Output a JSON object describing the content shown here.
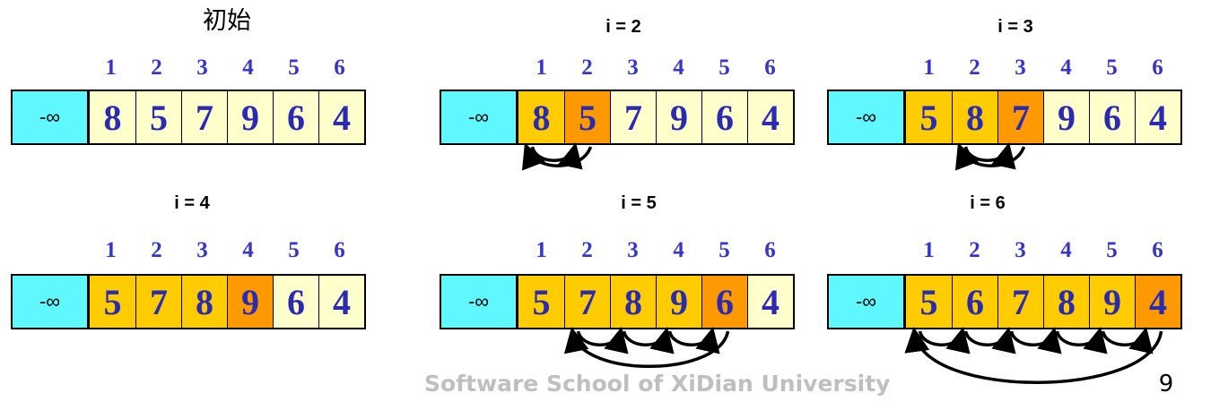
{
  "colors": {
    "sentinel": "#5ff8ff",
    "plain": "#ffffcc",
    "sorted": "#ffcc00",
    "current": "#ff9900",
    "digit": "#2b2bb0",
    "index": "#3535c8",
    "footer": "#bfbfbf"
  },
  "panels": [
    {
      "title": "初始",
      "sentinel": "-∞",
      "indices": [
        "1",
        "2",
        "3",
        "4",
        "5",
        "6"
      ],
      "values": [
        "8",
        "5",
        "7",
        "9",
        "6",
        "4"
      ],
      "states": [
        "plain",
        "plain",
        "plain",
        "plain",
        "plain",
        "plain"
      ],
      "arrow_span": 0
    },
    {
      "title": "i = 2",
      "sentinel": "-∞",
      "indices": [
        "1",
        "2",
        "3",
        "4",
        "5",
        "6"
      ],
      "values": [
        "8",
        "5",
        "7",
        "9",
        "6",
        "4"
      ],
      "states": [
        "sorted",
        "current",
        "plain",
        "plain",
        "plain",
        "plain"
      ],
      "arrow_span": 1
    },
    {
      "title": "i = 3",
      "sentinel": "-∞",
      "indices": [
        "1",
        "2",
        "3",
        "4",
        "5",
        "6"
      ],
      "values": [
        "5",
        "8",
        "7",
        "9",
        "6",
        "4"
      ],
      "states": [
        "sorted",
        "sorted",
        "current",
        "plain",
        "plain",
        "plain"
      ],
      "arrow_span": 1
    },
    {
      "title": "i = 4",
      "sentinel": "-∞",
      "indices": [
        "1",
        "2",
        "3",
        "4",
        "5",
        "6"
      ],
      "values": [
        "5",
        "7",
        "8",
        "9",
        "6",
        "4"
      ],
      "states": [
        "sorted",
        "sorted",
        "sorted",
        "current",
        "plain",
        "plain"
      ],
      "arrow_span": 0
    },
    {
      "title": "i = 5",
      "sentinel": "-∞",
      "indices": [
        "1",
        "2",
        "3",
        "4",
        "5",
        "6"
      ],
      "values": [
        "5",
        "7",
        "8",
        "9",
        "6",
        "4"
      ],
      "states": [
        "sorted",
        "sorted",
        "sorted",
        "sorted",
        "current",
        "plain"
      ],
      "arrow_span": 3
    },
    {
      "title": "i = 6",
      "sentinel": "-∞",
      "indices": [
        "1",
        "2",
        "3",
        "4",
        "5",
        "6"
      ],
      "values": [
        "5",
        "6",
        "7",
        "8",
        "9",
        "4"
      ],
      "states": [
        "sorted",
        "sorted",
        "sorted",
        "sorted",
        "sorted",
        "current"
      ],
      "arrow_span": 5
    }
  ],
  "footer": {
    "text": "Software School of XiDian University",
    "page_number": "9"
  }
}
